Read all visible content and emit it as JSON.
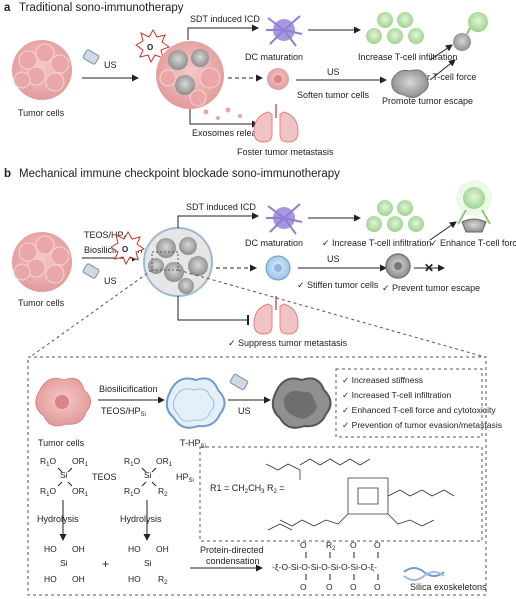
{
  "panel_a": {
    "letter": "a",
    "title": "Traditional sono-immunotherapy",
    "tumor_cells": "Tumor cells",
    "us": "US",
    "o2": "O",
    "sdt_icd": "SDT induced ICD",
    "dc_maturation": "DC maturation",
    "increase_tcell": "Increase T-cell infiltration",
    "impair_force": "Impair T-cell force",
    "us2": "US",
    "soften": "Soften tumor cells",
    "promote_escape": "Promote tumor escape",
    "exosomes": "Exosomes release",
    "foster": "Foster  tumor metastasis"
  },
  "panel_b": {
    "letter": "b",
    "title": "Mechanical immune checkpoint blockade sono-immunotherapy",
    "tumor_cells": "Tumor cells",
    "teos_hp": "TEOS/HP",
    "si_sub": "Si",
    "biosilicification": "Biosilicification",
    "us": "US",
    "o2": "O",
    "sdt_icd": "SDT induced ICD",
    "dc_maturation": "DC maturation",
    "increase_tcell": "✓ Increase T-cell infiltration",
    "enhance_force": "✓ Enhance T-cell force",
    "us2": "US",
    "stiffen": "✓ Stiffen tumor cells",
    "prevent_escape": "✓ Prevent tumor escape",
    "suppress": "✓ Suppress tumor metastasis"
  },
  "inset": {
    "tumor_cells": "Tumor cells",
    "biosilicification": "Biosilicification",
    "teos_hp": "TEOS/HP",
    "si_sub": "Si",
    "t_hp": "T-HP",
    "us": "US",
    "benefits": [
      "✓ Increased stiffness",
      "✓ Increased T-cell infiltration",
      "✓ Enhanced T-cell force and cytotoxicity",
      "✓ Prevention of tumor evasion/metastasis"
    ],
    "teos_label": "TEOS",
    "hp_label": "HP",
    "hydrolysis1": "Hydrolysis",
    "hydrolysis2": "Hydrolysis",
    "plus": "+",
    "r1_def": "R1 = CH",
    "r2_def": "R",
    "protein_directed": "Protein-directed",
    "condensation": "condensation",
    "silica_exo": "Silica exoskeletons"
  },
  "colors": {
    "tumor": "#e8a8a8",
    "tumor_dark": "#d98585",
    "dc": "#8f7fd4",
    "tcell": "#bfe3b0",
    "tcell_dark": "#8cc97a",
    "blue_cell": "#b9d6ef",
    "grey_cell": "#b0b0b0",
    "red_x": "#d63b3b"
  }
}
